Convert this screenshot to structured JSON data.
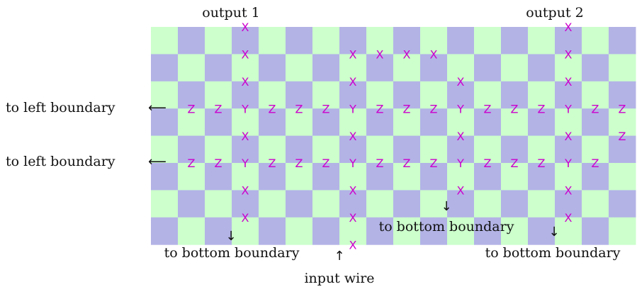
{
  "diagram": {
    "labels": {
      "output_1": "output 1",
      "output_2": "output 2",
      "to_left_boundary_1": "to left boundary",
      "to_left_boundary_2": "to left boundary",
      "to_bottom_boundary_1": "to bottom boundary",
      "to_bottom_boundary_2": "to bottom boundary",
      "to_bottom_boundary_3": "to bottom boundary",
      "input_wire": "input wire"
    },
    "grid": {
      "rows": 8,
      "cols": 18,
      "color_a": "#b3b3e6",
      "color_b": "#ccffcc"
    },
    "symbol_color": "#cc00cc",
    "symbols": [
      {
        "r": 0,
        "c": 3,
        "t": "X"
      },
      {
        "r": 0,
        "c": 15,
        "t": "X"
      },
      {
        "r": 1,
        "c": 3,
        "t": "X"
      },
      {
        "r": 1,
        "c": 7,
        "t": "X"
      },
      {
        "r": 1,
        "c": 8,
        "t": "X"
      },
      {
        "r": 1,
        "c": 9,
        "t": "X"
      },
      {
        "r": 1,
        "c": 10,
        "t": "X"
      },
      {
        "r": 1,
        "c": 15,
        "t": "X"
      },
      {
        "r": 2,
        "c": 3,
        "t": "X"
      },
      {
        "r": 2,
        "c": 7,
        "t": "X"
      },
      {
        "r": 2,
        "c": 11,
        "t": "X"
      },
      {
        "r": 2,
        "c": 15,
        "t": "X"
      },
      {
        "r": 3,
        "c": 1,
        "t": "Z"
      },
      {
        "r": 3,
        "c": 2,
        "t": "Z"
      },
      {
        "r": 3,
        "c": 3,
        "t": "Y"
      },
      {
        "r": 3,
        "c": 4,
        "t": "Z"
      },
      {
        "r": 3,
        "c": 5,
        "t": "Z"
      },
      {
        "r": 3,
        "c": 6,
        "t": "Z"
      },
      {
        "r": 3,
        "c": 7,
        "t": "Y"
      },
      {
        "r": 3,
        "c": 8,
        "t": "Z"
      },
      {
        "r": 3,
        "c": 9,
        "t": "Z"
      },
      {
        "r": 3,
        "c": 10,
        "t": "Z"
      },
      {
        "r": 3,
        "c": 11,
        "t": "Y"
      },
      {
        "r": 3,
        "c": 12,
        "t": "Z"
      },
      {
        "r": 3,
        "c": 13,
        "t": "Z"
      },
      {
        "r": 3,
        "c": 14,
        "t": "Z"
      },
      {
        "r": 3,
        "c": 15,
        "t": "Y"
      },
      {
        "r": 3,
        "c": 16,
        "t": "Z"
      },
      {
        "r": 3,
        "c": 17,
        "t": "Z"
      },
      {
        "r": 4,
        "c": 3,
        "t": "X"
      },
      {
        "r": 4,
        "c": 7,
        "t": "X"
      },
      {
        "r": 4,
        "c": 11,
        "t": "X"
      },
      {
        "r": 4,
        "c": 15,
        "t": "X"
      },
      {
        "r": 4,
        "c": 17,
        "t": "Z"
      },
      {
        "r": 5,
        "c": 1,
        "t": "Z"
      },
      {
        "r": 5,
        "c": 2,
        "t": "Z"
      },
      {
        "r": 5,
        "c": 3,
        "t": "Y"
      },
      {
        "r": 5,
        "c": 4,
        "t": "Z"
      },
      {
        "r": 5,
        "c": 5,
        "t": "Z"
      },
      {
        "r": 5,
        "c": 6,
        "t": "Z"
      },
      {
        "r": 5,
        "c": 7,
        "t": "Y"
      },
      {
        "r": 5,
        "c": 8,
        "t": "Z"
      },
      {
        "r": 5,
        "c": 9,
        "t": "Z"
      },
      {
        "r": 5,
        "c": 10,
        "t": "Z"
      },
      {
        "r": 5,
        "c": 11,
        "t": "Y"
      },
      {
        "r": 5,
        "c": 12,
        "t": "Z"
      },
      {
        "r": 5,
        "c": 13,
        "t": "Z"
      },
      {
        "r": 5,
        "c": 14,
        "t": "Z"
      },
      {
        "r": 5,
        "c": 15,
        "t": "Y"
      },
      {
        "r": 5,
        "c": 16,
        "t": "Z"
      },
      {
        "r": 6,
        "c": 3,
        "t": "X"
      },
      {
        "r": 6,
        "c": 7,
        "t": "X"
      },
      {
        "r": 6,
        "c": 11,
        "t": "X"
      },
      {
        "r": 6,
        "c": 15,
        "t": "X"
      },
      {
        "r": 7,
        "c": 3,
        "t": "X"
      },
      {
        "r": 7,
        "c": 7,
        "t": "X"
      },
      {
        "r": 7,
        "c": 15,
        "t": "X"
      },
      {
        "r": 8,
        "c": 7,
        "t": "X"
      }
    ]
  }
}
